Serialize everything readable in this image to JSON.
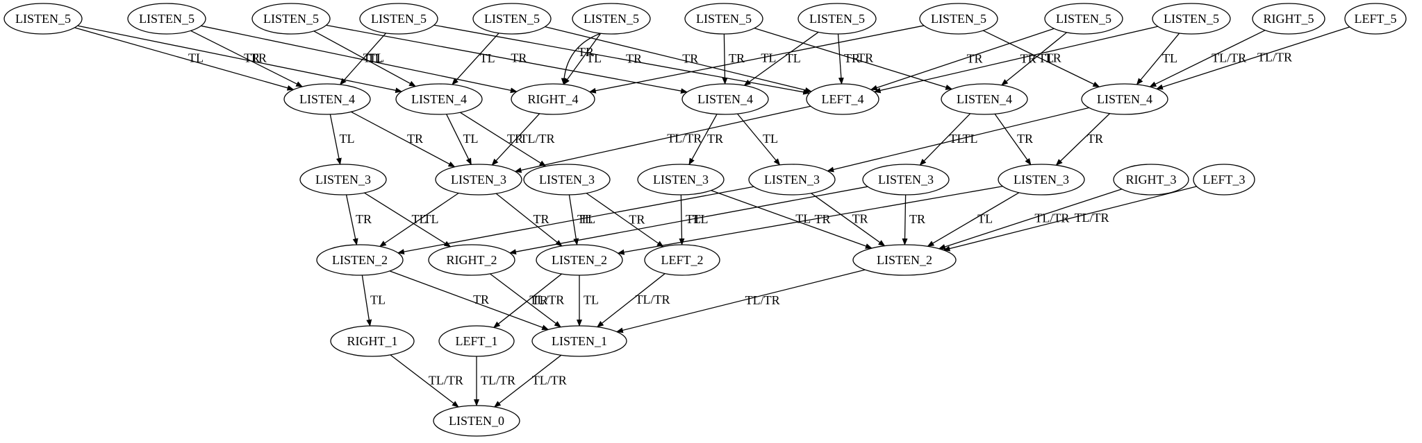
{
  "diagram": {
    "nodes": [
      {
        "id": "l5_1",
        "label": "LISTEN_5"
      },
      {
        "id": "l5_2",
        "label": "LISTEN_5"
      },
      {
        "id": "l5_3",
        "label": "LISTEN_5"
      },
      {
        "id": "l5_4",
        "label": "LISTEN_5"
      },
      {
        "id": "l5_5",
        "label": "LISTEN_5"
      },
      {
        "id": "l5_6",
        "label": "LISTEN_5"
      },
      {
        "id": "l5_7",
        "label": "LISTEN_5"
      },
      {
        "id": "l5_8",
        "label": "LISTEN_5"
      },
      {
        "id": "l5_9",
        "label": "LISTEN_5"
      },
      {
        "id": "l5_10",
        "label": "LISTEN_5"
      },
      {
        "id": "l5_11",
        "label": "LISTEN_5"
      },
      {
        "id": "r5",
        "label": "RIGHT_5"
      },
      {
        "id": "lf5",
        "label": "LEFT_5"
      },
      {
        "id": "l4_a",
        "label": "LISTEN_4"
      },
      {
        "id": "l4_b",
        "label": "LISTEN_4"
      },
      {
        "id": "r4",
        "label": "RIGHT_4"
      },
      {
        "id": "l4_c",
        "label": "LISTEN_4"
      },
      {
        "id": "lf4",
        "label": "LEFT_4"
      },
      {
        "id": "l4_d",
        "label": "LISTEN_4"
      },
      {
        "id": "l4_e",
        "label": "LISTEN_4"
      },
      {
        "id": "l3_a",
        "label": "LISTEN_3"
      },
      {
        "id": "l3_b",
        "label": "LISTEN_3"
      },
      {
        "id": "l3_c",
        "label": "LISTEN_3"
      },
      {
        "id": "l3_d",
        "label": "LISTEN_3"
      },
      {
        "id": "l3_e",
        "label": "LISTEN_3"
      },
      {
        "id": "l3_f",
        "label": "LISTEN_3"
      },
      {
        "id": "l3_g",
        "label": "LISTEN_3"
      },
      {
        "id": "r3",
        "label": "RIGHT_3"
      },
      {
        "id": "lf3",
        "label": "LEFT_3"
      },
      {
        "id": "l2_a",
        "label": "LISTEN_2"
      },
      {
        "id": "r2",
        "label": "RIGHT_2"
      },
      {
        "id": "l2_b",
        "label": "LISTEN_2"
      },
      {
        "id": "lf2",
        "label": "LEFT_2"
      },
      {
        "id": "l2_c",
        "label": "LISTEN_2"
      },
      {
        "id": "r1",
        "label": "RIGHT_1"
      },
      {
        "id": "lf1",
        "label": "LEFT_1"
      },
      {
        "id": "l1",
        "label": "LISTEN_1"
      },
      {
        "id": "l0",
        "label": "LISTEN_0"
      }
    ],
    "edges": [
      {
        "from": "l5_1",
        "to": "l4_a",
        "label": "TL"
      },
      {
        "from": "l5_1",
        "to": "l4_b",
        "label": "TR"
      },
      {
        "from": "l5_2",
        "to": "l4_a",
        "label": "TR"
      },
      {
        "from": "l5_2",
        "to": "r4",
        "label": "TL"
      },
      {
        "from": "l5_3",
        "to": "l4_b",
        "label": "TL"
      },
      {
        "from": "l5_3",
        "to": "l4_c",
        "label": "TR"
      },
      {
        "from": "l5_4",
        "to": "l4_a",
        "label": "TL"
      },
      {
        "from": "l5_4",
        "to": "lf4",
        "label": "TR"
      },
      {
        "from": "l5_5",
        "to": "l4_b",
        "label": "TL"
      },
      {
        "from": "l5_5",
        "to": "lf4",
        "label": "TR"
      },
      {
        "from": "l5_6",
        "to": "r4",
        "label": "TL"
      },
      {
        "from": "l5_6",
        "to": "r4",
        "label": "TR"
      },
      {
        "from": "l5_7",
        "to": "l4_c",
        "label": "TR"
      },
      {
        "from": "l5_7",
        "to": "l4_d",
        "label": "TR"
      },
      {
        "from": "l5_8",
        "to": "l4_c",
        "label": "TL"
      },
      {
        "from": "l5_8",
        "to": "lf4",
        "label": "TR"
      },
      {
        "from": "l5_9",
        "to": "r4",
        "label": "TL"
      },
      {
        "from": "l5_9",
        "to": "l4_e",
        "label": "TR"
      },
      {
        "from": "l5_10",
        "to": "lf4",
        "label": "TR"
      },
      {
        "from": "l5_10",
        "to": "l4_d",
        "label": "TL"
      },
      {
        "from": "l5_11",
        "to": "lf4",
        "label": "TR"
      },
      {
        "from": "l5_11",
        "to": "l4_e",
        "label": "TL"
      },
      {
        "from": "r5",
        "to": "l4_e",
        "label": "TL/TR"
      },
      {
        "from": "lf5",
        "to": "l4_e",
        "label": "TL/TR"
      },
      {
        "from": "l4_a",
        "to": "l3_a",
        "label": "TL"
      },
      {
        "from": "l4_a",
        "to": "l3_b",
        "label": "TR"
      },
      {
        "from": "l4_b",
        "to": "l3_b",
        "label": "TL"
      },
      {
        "from": "l4_b",
        "to": "l3_c",
        "label": "TR"
      },
      {
        "from": "r4",
        "to": "l3_b",
        "label": "TL/TR"
      },
      {
        "from": "lf4",
        "to": "l3_b",
        "label": "TL/TR"
      },
      {
        "from": "l4_c",
        "to": "l3_d",
        "label": "TR"
      },
      {
        "from": "l4_c",
        "to": "l3_e",
        "label": "TL"
      },
      {
        "from": "l4_d",
        "to": "l3_f",
        "label": "TL"
      },
      {
        "from": "l4_d",
        "to": "l3_g",
        "label": "TR"
      },
      {
        "from": "l4_e",
        "to": "l3_e",
        "label": "TL"
      },
      {
        "from": "l4_e",
        "to": "l3_g",
        "label": "TR"
      },
      {
        "from": "l3_a",
        "to": "l2_a",
        "label": "TR"
      },
      {
        "from": "l3_a",
        "to": "r2",
        "label": "TL"
      },
      {
        "from": "l3_b",
        "to": "l2_a",
        "label": "TL"
      },
      {
        "from": "l3_b",
        "to": "l2_b",
        "label": "TR"
      },
      {
        "from": "l3_c",
        "to": "l2_b",
        "label": "TL"
      },
      {
        "from": "l3_c",
        "to": "lf2",
        "label": "TR"
      },
      {
        "from": "l3_d",
        "to": "lf2",
        "label": "TL"
      },
      {
        "from": "l3_d",
        "to": "l2_c",
        "label": "TL"
      },
      {
        "from": "l3_e",
        "to": "l2_a",
        "label": "TL"
      },
      {
        "from": "l3_e",
        "to": "l2_c",
        "label": "TR"
      },
      {
        "from": "l3_f",
        "to": "r2",
        "label": "TL"
      },
      {
        "from": "l3_f",
        "to": "l2_c",
        "label": "TR"
      },
      {
        "from": "l3_g",
        "to": "l2_b",
        "label": "TR"
      },
      {
        "from": "l3_g",
        "to": "l2_c",
        "label": "TL"
      },
      {
        "from": "r3",
        "to": "l2_c",
        "label": "TL/TR"
      },
      {
        "from": "lf3",
        "to": "l2_c",
        "label": "TL/TR"
      },
      {
        "from": "l2_a",
        "to": "r1",
        "label": "TL"
      },
      {
        "from": "l2_a",
        "to": "l1",
        "label": "TR"
      },
      {
        "from": "r2",
        "to": "l1",
        "label": "TL/TR"
      },
      {
        "from": "l2_b",
        "to": "lf1",
        "label": "TR"
      },
      {
        "from": "l2_b",
        "to": "l1",
        "label": "TL"
      },
      {
        "from": "lf2",
        "to": "l1",
        "label": "TL/TR"
      },
      {
        "from": "l2_c",
        "to": "l1",
        "label": "TL/TR"
      },
      {
        "from": "r1",
        "to": "l0",
        "label": "TL/TR"
      },
      {
        "from": "lf1",
        "to": "l0",
        "label": "TL/TR"
      },
      {
        "from": "l1",
        "to": "l0",
        "label": "TL/TR"
      }
    ]
  }
}
